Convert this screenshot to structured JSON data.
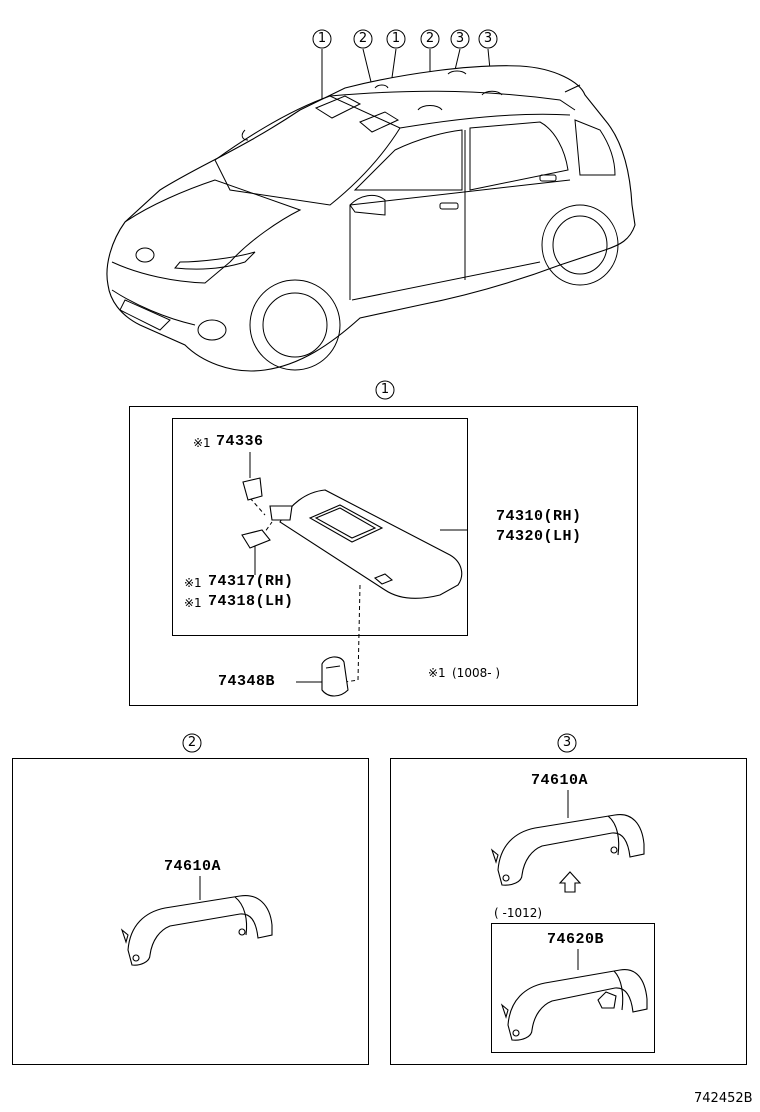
{
  "callout_numbers": [
    "1",
    "2",
    "1",
    "2",
    "3",
    "3"
  ],
  "section1": {
    "index": "1",
    "part_74336": "74336",
    "part_74336_mark": "※1",
    "part_74310": "74310(RH)",
    "part_74320": "74320(LH)",
    "part_74317": "74317(RH)",
    "part_74318": "74318(LH)",
    "part_7431x_mark": "※1",
    "part_74348B": "74348B",
    "footnote_mark": "※1",
    "footnote_text": "(1008-    )"
  },
  "section2": {
    "index": "2",
    "part_74610A": "74610A"
  },
  "section3": {
    "index": "3",
    "part_74610A": "74610A",
    "date_range": "(    -1012)",
    "part_74620B": "74620B"
  },
  "figure_code": "742452B"
}
